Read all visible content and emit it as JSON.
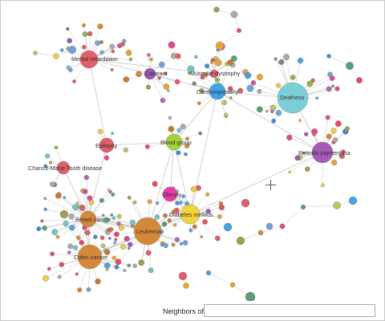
{
  "colors": {
    "edge": "#9a9a9a",
    "node_palette": [
      "#e8a33b",
      "#d4893a",
      "#c97a2f",
      "#9c9f4c",
      "#b6c85a",
      "#8bb84a",
      "#6fa3d9",
      "#4ba3e0",
      "#3f8fd6",
      "#9b59b6",
      "#b168b6",
      "#d94d8f",
      "#e35d6a",
      "#e74c5c",
      "#f2c94c",
      "#aaa",
      "#70c4c8",
      "#5a9e78"
    ]
  },
  "graph": {
    "hubs": [
      {
        "id": "mental",
        "label": "Mental retardation",
        "color": "#e35d6a",
        "r": 11
      },
      {
        "id": "cataract",
        "label": "Cataract",
        "color": "#9b59b6",
        "r": 7
      },
      {
        "id": "muscular",
        "label": "Muscular dystrophy",
        "color": "#e35d6a",
        "r": 5
      },
      {
        "id": "cardio",
        "label": "Cardiomyopathy",
        "color": "#3fa3e8",
        "r": 10
      },
      {
        "id": "deafness",
        "label": "Deafness",
        "color": "#7ccfd6",
        "r": 19
      },
      {
        "id": "epilepsy",
        "label": "Epilepsy",
        "color": "#e35d6a",
        "r": 9
      },
      {
        "id": "bloodgroup",
        "label": "Blood group",
        "color": "#a6cf3c",
        "r": 10
      },
      {
        "id": "retinitis",
        "label": "Retinitis pigmentosa",
        "color": "#a85ab8",
        "r": 13
      },
      {
        "id": "cmt",
        "label": "Charcot-Marie-Tooth disease",
        "color": "#e35d6a",
        "r": 8
      },
      {
        "id": "obesity",
        "label": "Obesity",
        "color": "#e83ba3",
        "r": 9
      },
      {
        "id": "breast",
        "label": "Breast cancer",
        "color": "#d4893a",
        "r": 10
      },
      {
        "id": "leukemia",
        "label": "Leukemia",
        "color": "#d4893a",
        "r": 17
      },
      {
        "id": "diabetes",
        "label": "Diabetes mellitus",
        "color": "#f2d33b",
        "r": 12
      },
      {
        "id": "colon",
        "label": "Colon cancer",
        "color": "#d4893a",
        "r": 15
      }
    ]
  },
  "footer": {
    "neighbors_label": "Neighbors of:",
    "neighbors_value": "",
    "neighbors_placeholder": ""
  }
}
